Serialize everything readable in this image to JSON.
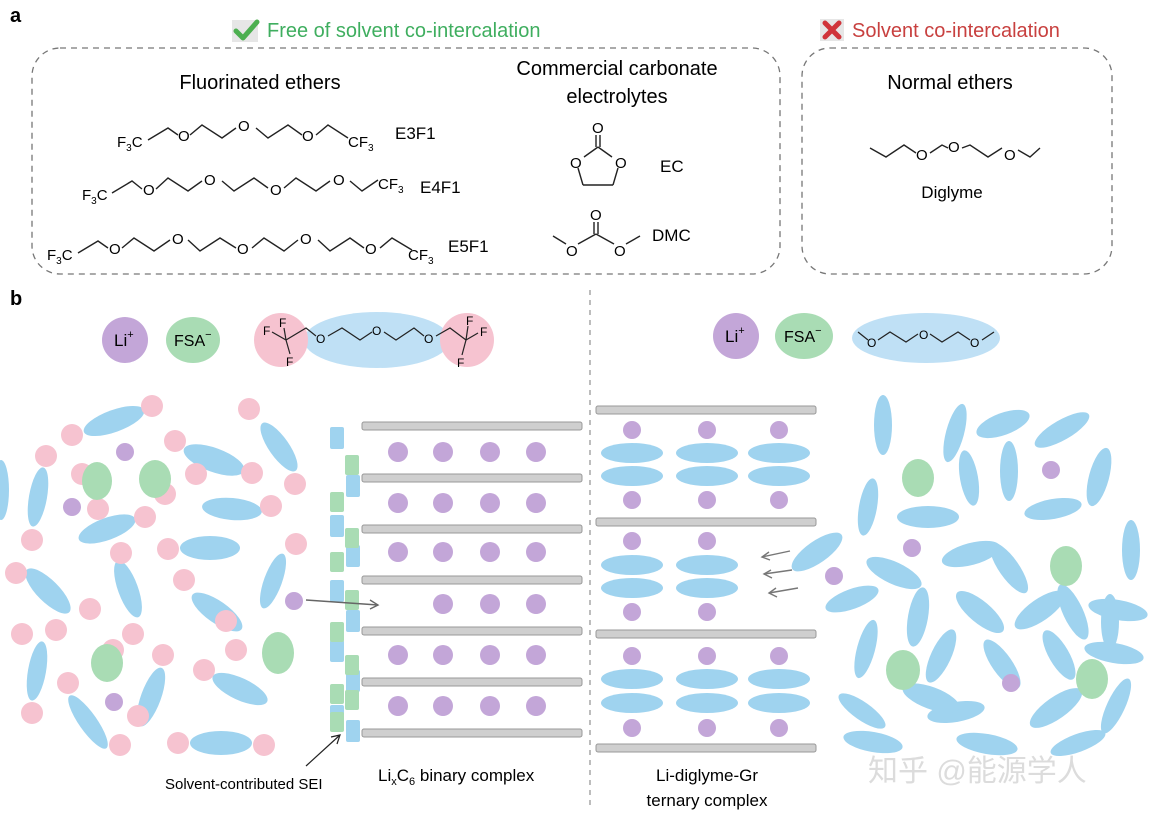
{
  "panel_a": {
    "label": "a",
    "free_heading": "Free of solvent co-intercalation",
    "cointer_heading": "Solvent co-intercalation",
    "colors": {
      "free": "#3fae5f",
      "cointer": "#c8403f",
      "check": "#4caf50",
      "cross": "#d0343a"
    },
    "fluorinated_title": "Fluorinated ethers",
    "carbonate_title_1": "Commercial carbonate",
    "carbonate_title_2": "electrolytes",
    "normal_title": "Normal ethers",
    "atom_o": "O",
    "atom_f3c_main": "F",
    "atom_f3c_sub": "3",
    "atom_f3c_tail": "C",
    "atom_cf3_head": "CF",
    "atom_cf3_sub": "3",
    "e3f1": "E3F1",
    "e4f1": "E4F1",
    "e5f1": "E5F1",
    "ec": "EC",
    "dmc": "DMC",
    "diglyme": "Diglyme"
  },
  "panel_b": {
    "label": "b",
    "li_main": "Li",
    "li_sup": "+",
    "fsa_main": "FSA",
    "fsa_sup": "−",
    "atom_f": "F",
    "atom_o": "O",
    "sei_label": "Solvent-contributed SEI",
    "binary_li": "Li",
    "binary_x": "x",
    "binary_c": "C",
    "binary_6": "6",
    "binary_rest": " binary complex",
    "ternary_1": "Li-diglyme-Gr",
    "ternary_2": "ternary complex",
    "colors": {
      "li": "#c3a6d8",
      "fsa": "#a9dcb4",
      "solvent": "#9fd3ef",
      "fluorine": "#f6c3d0",
      "graphite": "#cfcfcf"
    }
  },
  "watermark": "知乎 @能源学人"
}
